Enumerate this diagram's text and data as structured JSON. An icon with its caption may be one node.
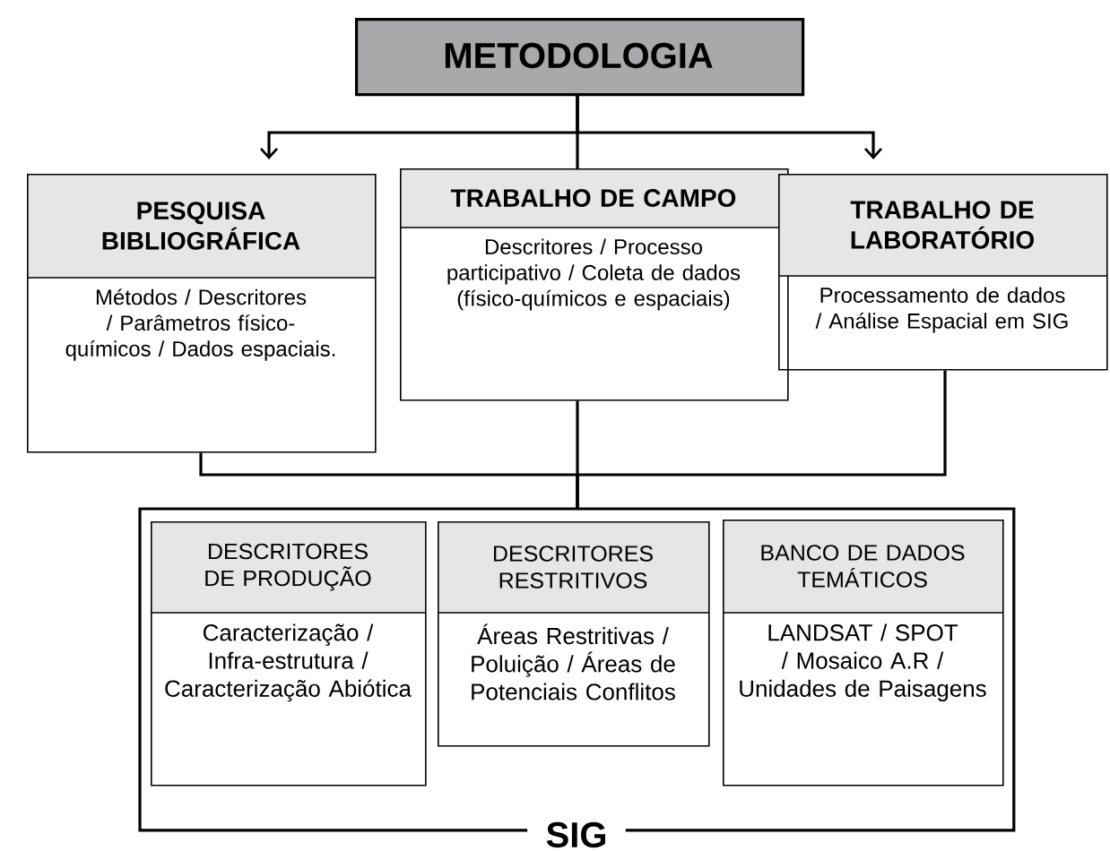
{
  "diagram": {
    "nodes": [
      {
        "text": [
          "METODOLOGIA"
        ]
      },
      {
        "text": [
          "PESQUISA BIBLIOGRÁFICA",
          "Métodos / Descritores / Parâmetros físico-químicos / Dados espaciais."
        ]
      },
      {
        "text": [
          "TRABALHO DE CAMPO",
          "Descritores / Processo participativo / Coleta de dados (físico-químicos e espaciais)"
        ]
      },
      {
        "text": [
          "TRABALHO DE LABORATÓRIO",
          "Processamento de dados / Análise Espacial em SIG"
        ]
      },
      {
        "text": [
          "SIG"
        ]
      },
      {
        "text": [
          "DESCRITORES DE PRODUÇÃO",
          "Caracterização / Infra-estrutura / Caracterização Abiótica"
        ],
        "in": 4
      },
      {
        "text": [
          "DESCRITORES RESTRITIVOS",
          "Áreas Restritivas / Poluição / Áreas de Potenciais Conflitos"
        ],
        "in": 4
      },
      {
        "text": [
          "BANCO DE DADOS TEMÁTICOS",
          "LANDSAT / SPOT / Mosaico A.R / Unidades de Paisagens"
        ],
        "in": 4
      }
    ],
    "edges": [
      {
        "from": 0,
        "to": 1,
        "arrow": "to"
      },
      {
        "from": 0,
        "to": 2,
        "arrow": "none"
      },
      {
        "from": 0,
        "to": 3,
        "arrow": "to"
      },
      {
        "from": 1,
        "to": 4,
        "arrow": "none"
      },
      {
        "from": 2,
        "to": 4,
        "arrow": "none"
      },
      {
        "from": 3,
        "to": 4,
        "arrow": "none"
      }
    ]
  }
}
